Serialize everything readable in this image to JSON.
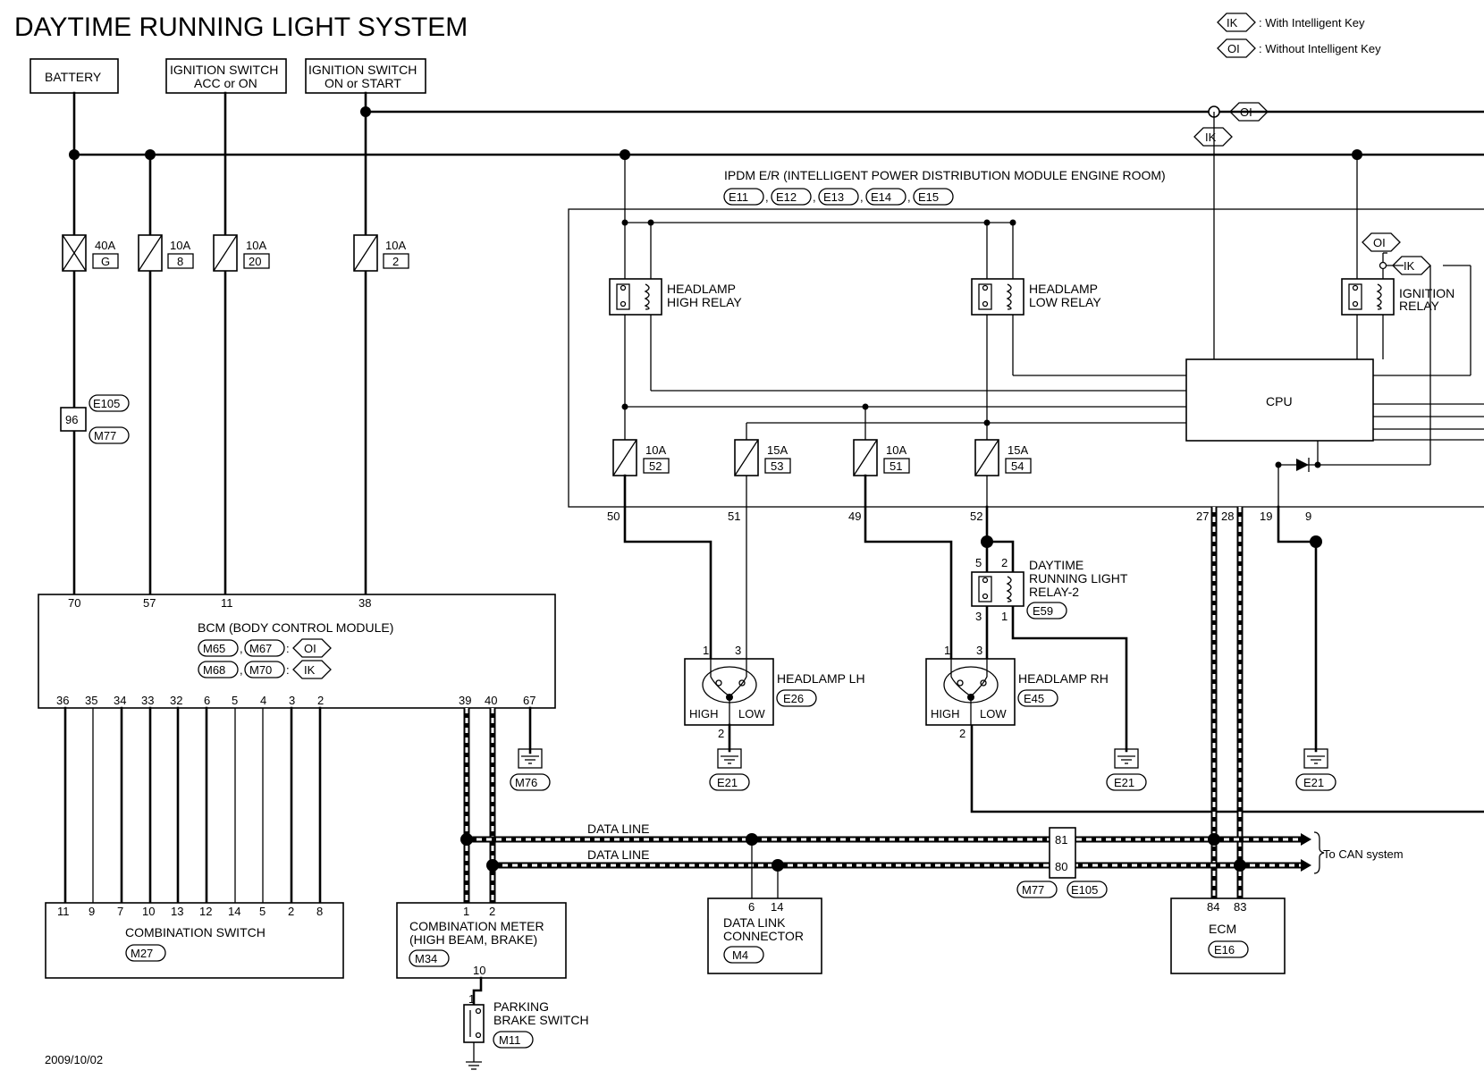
{
  "title": "DAYTIME RUNNING LIGHT SYSTEM",
  "date": "2009/10/02",
  "legend": {
    "ik_tag": "IK",
    "ik_desc": ": With Intelligent Key",
    "oi_tag": "OI",
    "oi_desc": ": Without Intelligent Key"
  },
  "sources": {
    "battery": "BATTERY",
    "ign_acc_1": "IGNITION SWITCH",
    "ign_acc_2": "ACC or ON",
    "ign_on_1": "IGNITION SWITCH",
    "ign_on_2": "ON or START"
  },
  "fuses": {
    "f1_amp": "40A",
    "f1_no": "G",
    "f2_amp": "10A",
    "f2_no": "8",
    "f3_amp": "10A",
    "f3_no": "20",
    "f4_amp": "10A",
    "f4_no": "2",
    "f52_amp": "10A",
    "f52_no": "52",
    "f53_amp": "15A",
    "f53_no": "53",
    "f51_amp": "10A",
    "f51_no": "51",
    "f54_amp": "15A",
    "f54_no": "54"
  },
  "joint": {
    "pin": "96",
    "c1": "E105",
    "c2": "M77"
  },
  "ipdm": {
    "title": "IPDM E/R (INTELLIGENT POWER DISTRIBUTION MODULE ENGINE ROOM)",
    "conns": [
      "E11",
      "E12",
      "E13",
      "E14",
      "E15"
    ],
    "sep": ",",
    "hi_relay_1": "HEADLAMP",
    "hi_relay_2": "HIGH RELAY",
    "lo_relay_1": "HEADLAMP",
    "lo_relay_2": "LOW RELAY",
    "ign_relay_1": "IGNITION",
    "ign_relay_2": "RELAY",
    "cpu": "CPU",
    "pins": [
      "50",
      "51",
      "49",
      "52",
      "27",
      "28",
      "19",
      "9"
    ],
    "oi": "OI",
    "ik": "IK"
  },
  "bcm": {
    "title": "BCM (BODY CONTROL MODULE)",
    "top_pins": [
      "70",
      "57",
      "11",
      "38"
    ],
    "bottom_pins": [
      "36",
      "35",
      "34",
      "33",
      "32",
      "6",
      "5",
      "4",
      "3",
      "2"
    ],
    "can_pins": [
      "39",
      "40"
    ],
    "gnd_pin": "67",
    "c_m65": "M65",
    "c_m67": "M67",
    "c_m68": "M68",
    "c_m70": "M70",
    "oi": "OI",
    "ik": "IK",
    "colon": ":",
    "comma": ","
  },
  "drl_relay": {
    "l1": "DAYTIME",
    "l2": "RUNNING LIGHT",
    "l3": "RELAY-2",
    "conn": "E59",
    "pins": [
      "5",
      "2",
      "3",
      "1"
    ]
  },
  "headlamp_lh": {
    "label": "HEADLAMP LH",
    "conn": "E26",
    "high": "HIGH",
    "low": "LOW",
    "pins": [
      "1",
      "3",
      "2"
    ]
  },
  "headlamp_rh": {
    "label": "HEADLAMP RH",
    "conn": "E45",
    "high": "HIGH",
    "low": "LOW",
    "pins": [
      "1",
      "3",
      "2"
    ]
  },
  "grounds": {
    "g1": "M76",
    "g2": "E21",
    "g3": "E21",
    "g4": "E21"
  },
  "data_line": {
    "l1": "DATA LINE",
    "l2": "DATA LINE",
    "to_can": "To CAN system",
    "jpins": [
      "81",
      "80"
    ],
    "jc1": "M77",
    "jc2": "E105"
  },
  "combination_switch": {
    "label": "COMBINATION SWITCH",
    "conn": "M27",
    "pins": [
      "11",
      "9",
      "7",
      "10",
      "13",
      "12",
      "14",
      "5",
      "2",
      "8"
    ]
  },
  "combination_meter": {
    "l1": "COMBINATION METER",
    "l2": "(HIGH BEAM, BRAKE)",
    "conn": "M34",
    "pins": [
      "1",
      "2",
      "10"
    ]
  },
  "dlc": {
    "l1": "DATA LINK",
    "l2": "CONNECTOR",
    "conn": "M4",
    "pins": [
      "6",
      "14"
    ]
  },
  "ecm": {
    "label": "ECM",
    "conn": "E16",
    "pins": [
      "84",
      "83"
    ]
  },
  "parking_brake": {
    "l1": "PARKING",
    "l2": "BRAKE SWITCH",
    "conn": "M11",
    "pin": "1"
  }
}
